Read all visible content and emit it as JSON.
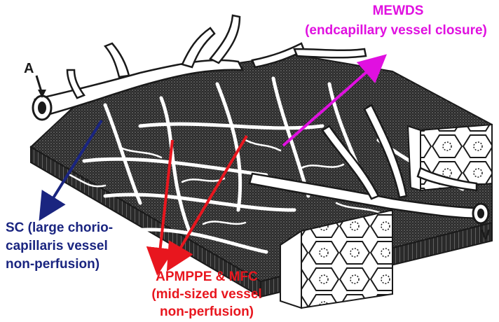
{
  "labels": {
    "mewds_title": "MEWDS",
    "mewds_desc": "(endcapillary vessel closure)",
    "sc_line1": "SC (large chorio-",
    "sc_line2": "capillaris vessel",
    "sc_line3": "non-perfusion)",
    "apmppe_line1": "APMPPE & MFC",
    "apmppe_line2": "(mid-sized vessel",
    "apmppe_line3": "non-perfusion)",
    "artery_marker": "A",
    "vein_marker": "V"
  },
  "colors": {
    "mewds": "#e010e0",
    "sc": "#1a2580",
    "apmppe": "#e8161e",
    "ink": "#1a1a1a",
    "tissue": "#3a3a3a",
    "paper": "#ffffff"
  }
}
